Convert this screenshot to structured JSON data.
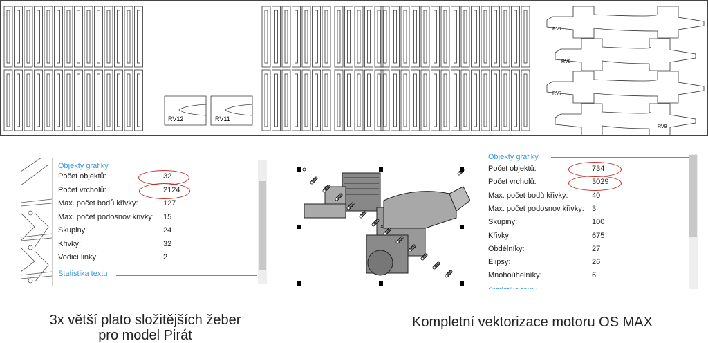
{
  "layout_sheet": {
    "part_labels": [
      "RV12",
      "RV11",
      "RV7",
      "RV8",
      "RV7",
      "RV9"
    ]
  },
  "left_panel": {
    "section_title": "Objekty grafiky",
    "next_section_title": "Statistika textu",
    "rows": [
      {
        "label": "Počet objektů:",
        "value": "32",
        "circled": true
      },
      {
        "label": "Počet vrcholů:",
        "value": "2124",
        "circled": true
      },
      {
        "label": "Max. počet bodů křivky:",
        "value": "127"
      },
      {
        "label": "Max. počet podosnov křivky:",
        "value": "15"
      },
      {
        "label": "Skupiny:",
        "value": "24"
      },
      {
        "label": "Křivky:",
        "value": "32"
      },
      {
        "label": "Vodicí linky:",
        "value": "2"
      }
    ]
  },
  "right_panel": {
    "section_title": "Objekty grafiky",
    "next_section_title": "Statistika textu",
    "rows": [
      {
        "label": "Počet objektů:",
        "value": "734",
        "circled": true
      },
      {
        "label": "Počet vrcholů:",
        "value": "3029",
        "circled": true
      },
      {
        "label": "Max. počet bodů křivky:",
        "value": "40"
      },
      {
        "label": "Max. počet podosnov křivky:",
        "value": "3"
      },
      {
        "label": "Skupiny:",
        "value": "100"
      },
      {
        "label": "Křivky:",
        "value": "675"
      },
      {
        "label": "Obdélníky:",
        "value": "27"
      },
      {
        "label": "Elipsy:",
        "value": "26"
      },
      {
        "label": "Mnohoúhelníky:",
        "value": "6"
      }
    ]
  },
  "captions": {
    "left_line1": "3x větší plato složitějších žeber",
    "left_line2": "pro model Pirát",
    "right": "Kompletní vektorizace motoru OS MAX"
  },
  "colors": {
    "accent": "#3a9ad9",
    "highlight": "#c0302a"
  }
}
